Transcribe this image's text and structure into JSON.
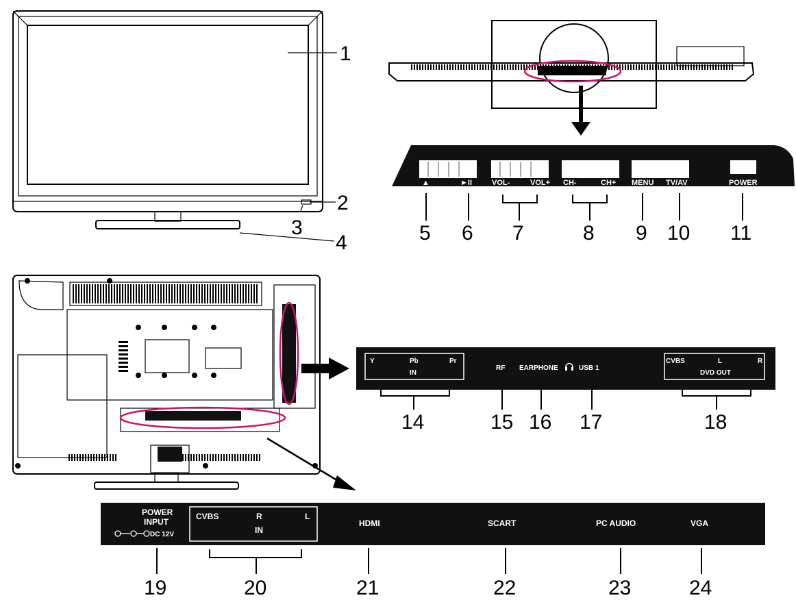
{
  "callouts": {
    "c1": "1",
    "c2": "2",
    "c3": "3",
    "c4": "4",
    "c5": "5",
    "c6": "6",
    "c7": "7",
    "c8": "8",
    "c9": "9",
    "c10": "10",
    "c11": "11",
    "c14": "14",
    "c15": "15",
    "c16": "16",
    "c17": "17",
    "c18": "18",
    "c19": "19",
    "c20": "20",
    "c21": "21",
    "c22": "22",
    "c23": "23",
    "c24": "24"
  },
  "side_panel": {
    "eject": "▲",
    "play": "►II",
    "vol_minus": "VOL-",
    "vol_plus": "VOL+",
    "ch_minus": "CH-",
    "ch_plus": "CH+",
    "menu": "MENU",
    "tvav": "TV/AV",
    "power": "POWER"
  },
  "side_io": {
    "y": "Y",
    "pb": "Pb",
    "pr": "Pr",
    "in": "IN",
    "rf": "RF",
    "earphone": "EARPHONE",
    "earphone_icon": "headphone-icon",
    "usb": "USB 1",
    "cvbs": "CVBS",
    "l": "L",
    "r": "R",
    "dvd_out": "DVD OUT"
  },
  "bottom_io": {
    "power": "POWER",
    "input": "INPUT",
    "dc": "DC 12V",
    "cvbs": "CVBS",
    "r": "R",
    "l": "L",
    "in": "IN",
    "hdmi": "HDMI",
    "scart": "SCART",
    "pc_audio": "PC AUDIO",
    "vga": "VGA"
  },
  "colors": {
    "highlight": "#d0106a",
    "panel": "#111111"
  }
}
